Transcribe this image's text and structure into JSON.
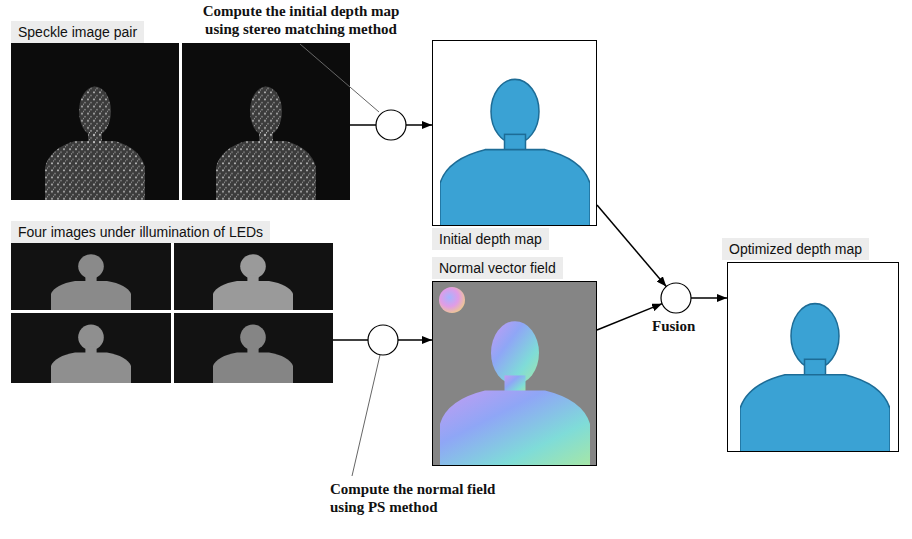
{
  "diagram": {
    "nodes": [
      {
        "text": [
          "Speckle image pair"
        ]
      },
      {
        "text": [
          "Initial depth map"
        ]
      },
      {
        "text": [
          "Four images under illumination of LEDs"
        ]
      },
      {
        "text": [
          "Normal vector field"
        ]
      },
      {
        "text": [
          "Fusion"
        ]
      },
      {
        "text": [
          "Optimized depth map"
        ]
      }
    ],
    "edges": [
      {
        "from": 0,
        "to": 1,
        "arrow": "to"
      },
      {
        "from": 2,
        "to": 3,
        "arrow": "to"
      },
      {
        "from": 1,
        "to": 4,
        "arrow": "to"
      },
      {
        "from": 3,
        "to": 4,
        "arrow": "to"
      },
      {
        "from": 4,
        "to": 5,
        "arrow": "to"
      }
    ],
    "labels": [
      "Compute the initial depth map using stereo matching method",
      "Compute the normal field using PS method"
    ]
  }
}
